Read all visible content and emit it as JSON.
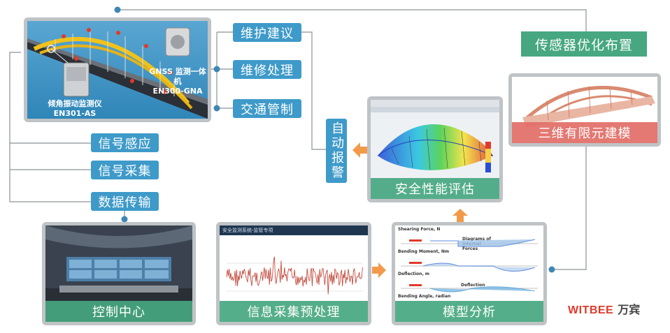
{
  "top_actions": [
    "维护建议",
    "维修处理",
    "交通管制"
  ],
  "side_steps": [
    "信号感应",
    "信号采集",
    "数据传输"
  ],
  "auto_alarm": "自动报警",
  "sensor_opt": "传感器优化布置",
  "fe_model": "三维有限元建模",
  "safety_eval": "安全性能评估",
  "control_center": "控制中心",
  "info_process": "信息采集预处理",
  "model_analysis": "模型分析",
  "device1": {
    "name": "GNSS 监测一体机",
    "model": "EN300-GNA"
  },
  "device2": {
    "name": "倾角振动监测仪",
    "model": "EN301-AS"
  },
  "brand": {
    "en": "WITBEE",
    "cn": "万宾"
  },
  "panel_texts": {
    "ms_title": "安全监测系统-监管专项",
    "shearing": "Shearing Force, N",
    "bending": "Bending Moment, Nm",
    "deflection": "Deflection, m",
    "bending_angle": "Bending Angle, radian",
    "diagram_internal": "Diagrams of Internal Forces",
    "deflection_label": "Deflection"
  },
  "colors": {
    "blue": "#3e9ac9",
    "green": "#46a780",
    "red": "#e26c66",
    "orange": "#f29a4a",
    "line": "#8a9298",
    "dot": "#3e87b4"
  }
}
